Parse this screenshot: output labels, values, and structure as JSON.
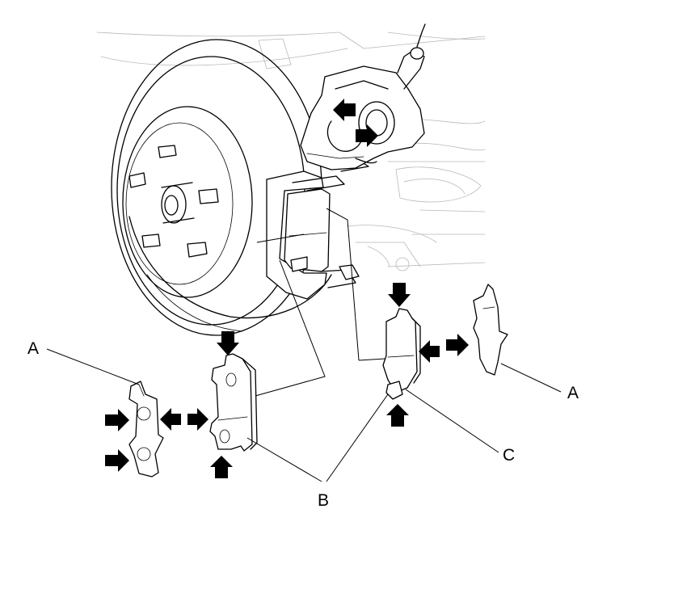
{
  "diagram": {
    "callouts": {
      "shim_left": "A",
      "shim_right": "A",
      "pads": "B",
      "wear_indicator": "C"
    },
    "colors": {
      "line": "#000000",
      "background_line": "#b8b8b8",
      "page": "#ffffff"
    },
    "icons": [
      "brake-disc",
      "wheel-hub",
      "caliper-bracket",
      "caliper",
      "brake-pad",
      "pad-shim",
      "push-arrow"
    ]
  }
}
